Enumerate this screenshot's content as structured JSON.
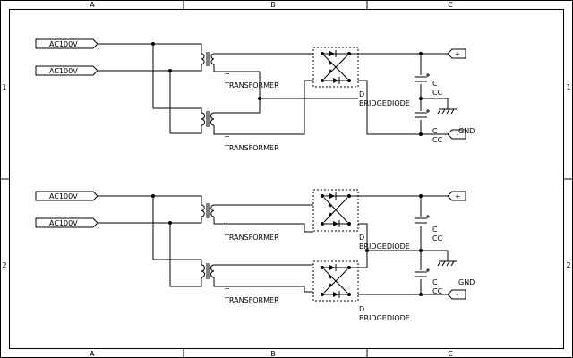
{
  "frame": {
    "columns": [
      "A",
      "B",
      "C"
    ],
    "rows": [
      "1",
      "2"
    ]
  },
  "circuits": [
    {
      "inputs": [
        "AC100V",
        "AC100V"
      ],
      "transformers": [
        {
          "ref": "T",
          "value": "TRANSFORMER"
        },
        {
          "ref": "T",
          "value": "TRANSFORMER"
        }
      ],
      "bridges": [
        {
          "ref": "D",
          "value": "BRIDGEDIODE"
        }
      ],
      "capacitors": [
        {
          "ref": "C",
          "value": "CC"
        },
        {
          "ref": "C",
          "value": "CC"
        }
      ],
      "outputs": [
        "+",
        "-"
      ],
      "ground_label": "GND"
    },
    {
      "inputs": [
        "AC100V",
        "AC100V"
      ],
      "transformers": [
        {
          "ref": "T",
          "value": "TRANSFORMER"
        },
        {
          "ref": "T",
          "value": "TRANSFORMER"
        }
      ],
      "bridges": [
        {
          "ref": "D",
          "value": "BRIDGEDIODE"
        },
        {
          "ref": "D",
          "value": "BRIDGEDIODE"
        }
      ],
      "capacitors": [
        {
          "ref": "C",
          "value": "CC"
        },
        {
          "ref": "C",
          "value": "CC"
        }
      ],
      "outputs": [
        "+",
        "-"
      ],
      "ground_label": "GND"
    }
  ]
}
